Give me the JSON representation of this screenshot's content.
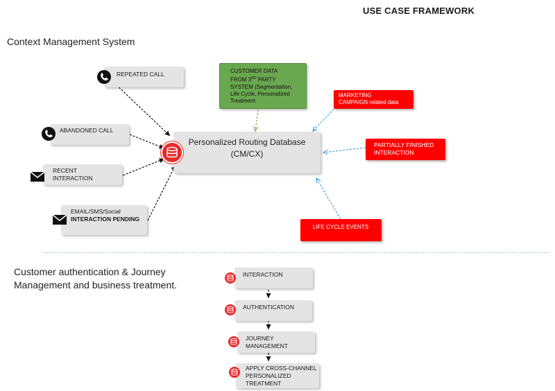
{
  "title": "USE CASE FRAMEWORK",
  "section1": {
    "heading": "Context Management System"
  },
  "section2": {
    "heading_line1": "Customer authentication & Journey",
    "heading_line2": "Management and business treatment."
  },
  "center": {
    "line1": "Personalized Routing Database",
    "line2": "(CM/CX)"
  },
  "inputs": {
    "repeated_call": "REPEATED CALL",
    "abandoned_call": "ABANDONED CALL",
    "recent_interaction_line1": "RECENT",
    "recent_interaction_line2": "INTERACTION",
    "email_line1": "EMAIL/SMS/Social",
    "email_line2": "INTERACTION PENDING"
  },
  "green_box": {
    "line1": "CUSTOMER DATA",
    "line2_prefix": "FROM 3",
    "line2_sup": "RD",
    "line2_suffix": " PARTY",
    "line3": "SYSTEM (Segmentation,",
    "line4": "Life Cycle, Personalized",
    "line5": "Treatment"
  },
  "red_boxes": {
    "marketing_line1": "MARKETING",
    "marketing_line2_bold": "CAMPAIGN",
    "marketing_line2_rest": " related data",
    "partial_line1": "PARTIALLY FINISHED",
    "partial_line2": "INTERACTION",
    "lifecycle": "LIFE CYCLE EVENTS"
  },
  "flow": {
    "step1": "INTERACTION",
    "step2": "AUTHENTICATION",
    "step3_line1": "JOURNEY",
    "step3_line2": "MANAGEMENT",
    "step4_line1": "APPLY CROSS-CHANNEL",
    "step4_line2": "PERSONALIZED",
    "step4_line3": "TREATMENT"
  },
  "colors": {
    "red": "#ff0000",
    "green": "#6aa84f",
    "grey_box": "#e4e4e4",
    "blue_arrow": "#3a9be0",
    "green_arrow": "#6aa84f",
    "db_icon": "#e52b2b"
  },
  "icons": [
    "phone-icon",
    "envelope-icon",
    "database-icon"
  ]
}
